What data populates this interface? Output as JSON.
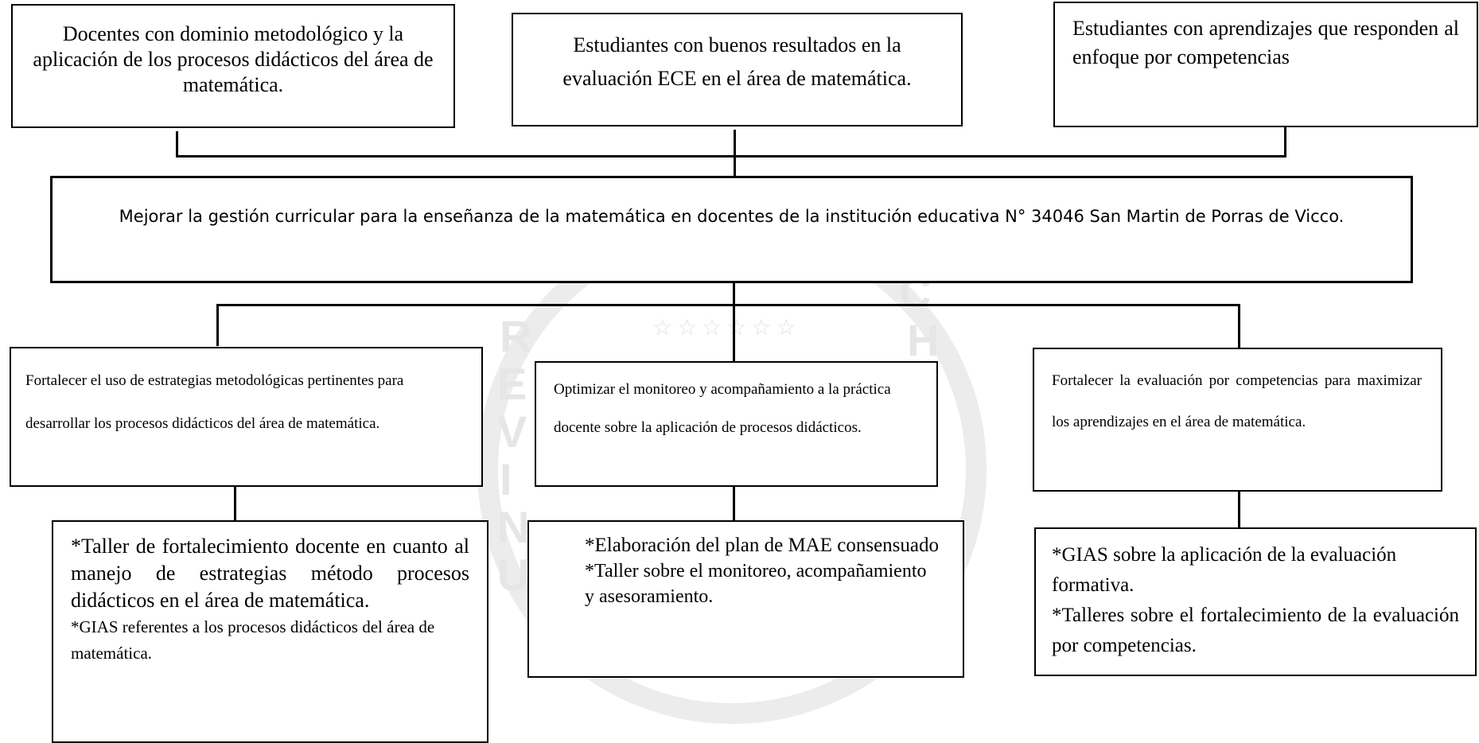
{
  "top_boxes": {
    "left": "Docentes con dominio metodológico y la aplicación de los procesos didácticos del área de matemática.",
    "center": "Estudiantes con buenos resultados  en la evaluación ECE en el área de matemática.",
    "right": "Estudiantes con aprendizajes que responden al enfoque por competencias"
  },
  "objective": "Mejorar la gestión curricular para la enseñanza de la matemática en docentes de la institución educativa N° 34046 San Martin de Porras de Vicco.",
  "strategies": {
    "left": "Fortalecer el uso de estrategias metodológicas pertinentes para desarrollar los procesos didácticos del área de matemática.",
    "center": "Optimizar el monitoreo y acompañamiento a la práctica docente sobre la aplicación de procesos didácticos.",
    "right": "Fortalecer la evaluación por competencias para maximizar los aprendizajes en el área de matemática."
  },
  "actions": {
    "left": {
      "line1": "*Taller de fortalecimiento docente en cuanto al manejo de estrategias método procesos didácticos en el área de matemática.",
      "line2": "*GIAS referentes a los procesos didácticos del área de matemática."
    },
    "center": {
      "line1": "*Elaboración del plan de MAE consensuado",
      "line2": "*Taller sobre el monitoreo, acompañamiento y asesoramiento."
    },
    "right": {
      "line1": "*GIAS sobre la aplicación de la evaluación formativa.",
      "line2": "*Talleres sobre el fortalecimiento de la evaluación por competencias."
    }
  },
  "colors": {
    "line": "#000000",
    "watermark": "#e6e6e6"
  }
}
